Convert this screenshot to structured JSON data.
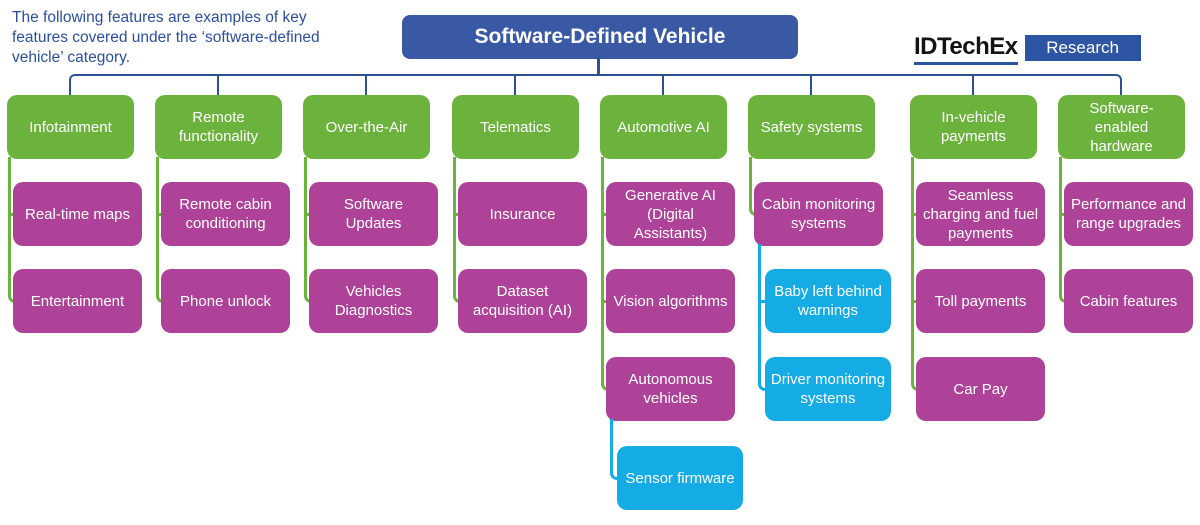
{
  "intro": "The following features are examples of key features covered under the ‘software-defined vehicle’ category.",
  "title": "Software-Defined Vehicle",
  "logo": {
    "brand": "IDTechEx",
    "suffix": "Research"
  },
  "colors": {
    "category_green": "#6CB33E",
    "feature_magenta": "#AE4299",
    "subfeature_cyan": "#15ACE6",
    "title_blue": "#3A59A4",
    "connector_blue": "#2E5193",
    "intro_text_blue": "#2B4F9E",
    "logo_badge_blue": "#2E55A4",
    "logo_underline_blue": "#2B54A0"
  },
  "tree": [
    {
      "label": "Infotainment",
      "children": [
        {
          "label": "Real-time maps"
        },
        {
          "label": "Entertainment"
        }
      ]
    },
    {
      "label": "Remote functionality",
      "children": [
        {
          "label": "Remote cabin conditioning"
        },
        {
          "label": "Phone unlock"
        }
      ]
    },
    {
      "label": "Over-the-Air",
      "children": [
        {
          "label": "Software Updates"
        },
        {
          "label": "Vehicles Diagnostics"
        }
      ]
    },
    {
      "label": "Telematics",
      "children": [
        {
          "label": "Insurance"
        },
        {
          "label": "Dataset acquisition (AI)"
        }
      ]
    },
    {
      "label": "Automotive AI",
      "children": [
        {
          "label": "Generative AI (Digital Assistants)"
        },
        {
          "label": "Vision algorithms"
        },
        {
          "label": "Autonomous vehicles",
          "children": [
            {
              "label": "Sensor firmware",
              "color": "cyan"
            }
          ]
        }
      ]
    },
    {
      "label": "Safety systems",
      "children": [
        {
          "label": "Cabin monitoring systems",
          "children": [
            {
              "label": "Baby left behind warnings",
              "color": "cyan"
            },
            {
              "label": "Driver monitoring systems",
              "color": "cyan"
            }
          ]
        }
      ]
    },
    {
      "label": "In-vehicle payments",
      "children": [
        {
          "label": "Seamless charging and fuel payments"
        },
        {
          "label": "Toll payments"
        },
        {
          "label": "Car Pay"
        }
      ]
    },
    {
      "label": "Software-enabled hardware",
      "children": [
        {
          "label": "Performance and range upgrades"
        },
        {
          "label": "Cabin features"
        }
      ]
    }
  ]
}
